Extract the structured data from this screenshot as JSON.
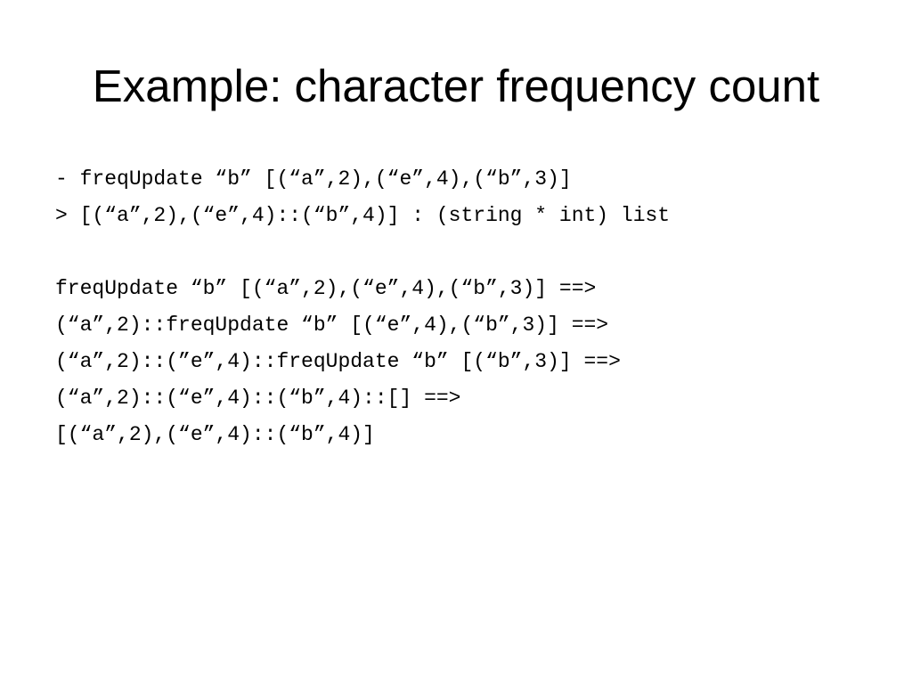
{
  "slide": {
    "title": "Example: character frequency count",
    "lines": [
      "- freqUpdate “b” [(“a”,2),(“e”,4),(“b”,3)]",
      "> [(“a”,2),(“e”,4)::(“b”,4)] : (string * int) list",
      "",
      "freqUpdate “b” [(“a”,2),(“e”,4),(“b”,3)] ==>",
      "(“a”,2)::freqUpdate “b” [(“e”,4),(“b”,3)] ==>",
      "(“a”,2)::(”e”,4)::freqUpdate “b” [(“b”,3)] ==>",
      "(“a”,2)::(“e”,4)::(“b”,4)::[] ==>",
      "[(“a”,2),(“e”,4)::(“b”,4)]"
    ]
  }
}
